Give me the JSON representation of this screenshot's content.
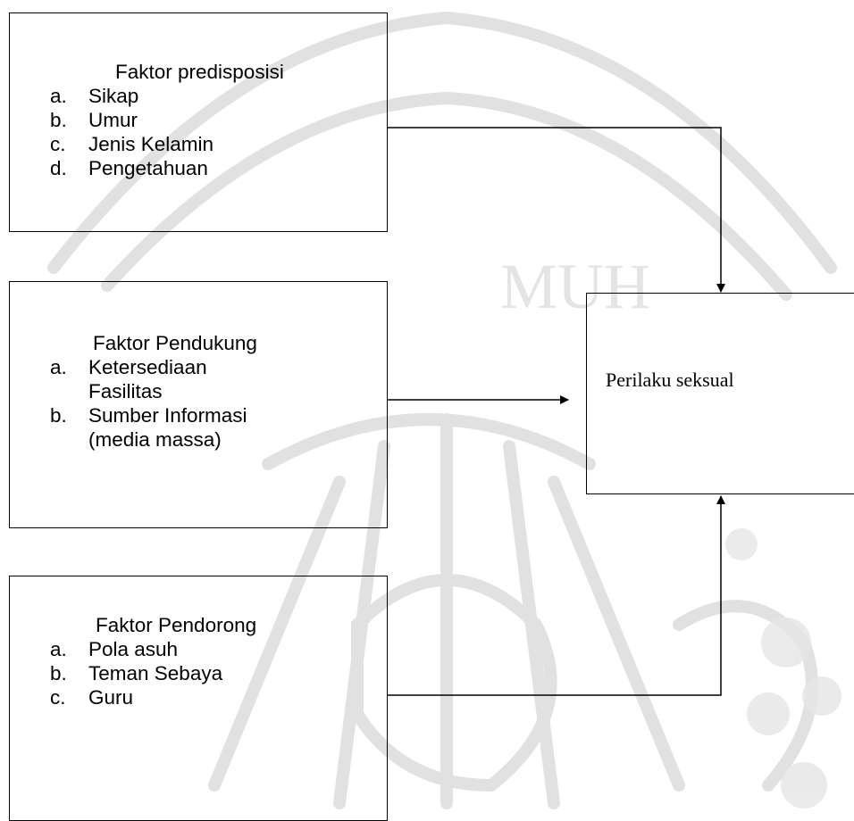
{
  "diagram": {
    "factor_boxes": [
      {
        "title": "Faktor predisposisi",
        "items": [
          {
            "marker": "a.",
            "lines": [
              "Sikap"
            ]
          },
          {
            "marker": "b.",
            "lines": [
              "Umur"
            ]
          },
          {
            "marker": "c.",
            "lines": [
              "Jenis Kelamin"
            ]
          },
          {
            "marker": "d.",
            "lines": [
              "Pengetahuan"
            ]
          }
        ]
      },
      {
        "title": "Faktor Pendukung",
        "items": [
          {
            "marker": "a.",
            "lines": [
              "Ketersediaan",
              "Fasilitas"
            ]
          },
          {
            "marker": "b.",
            "lines": [
              "Sumber Informasi",
              "(media massa)"
            ]
          }
        ]
      },
      {
        "title": "Faktor Pendorong",
        "items": [
          {
            "marker": "a.",
            "lines": [
              "Pola asuh"
            ]
          },
          {
            "marker": "b.",
            "lines": [
              "Teman Sebaya"
            ]
          },
          {
            "marker": "c.",
            "lines": [
              "Guru"
            ]
          }
        ]
      }
    ],
    "outcome": {
      "label": "Perilaku seksual"
    },
    "connections": [
      {
        "from": "Faktor predisposisi",
        "to": "Perilaku seksual"
      },
      {
        "from": "Faktor Pendukung",
        "to": "Perilaku seksual"
      },
      {
        "from": "Faktor Pendorong",
        "to": "Perilaku seksual"
      }
    ]
  },
  "colors": {
    "line": "#000000",
    "watermark": "#dcdcdc",
    "background": "#ffffff"
  }
}
